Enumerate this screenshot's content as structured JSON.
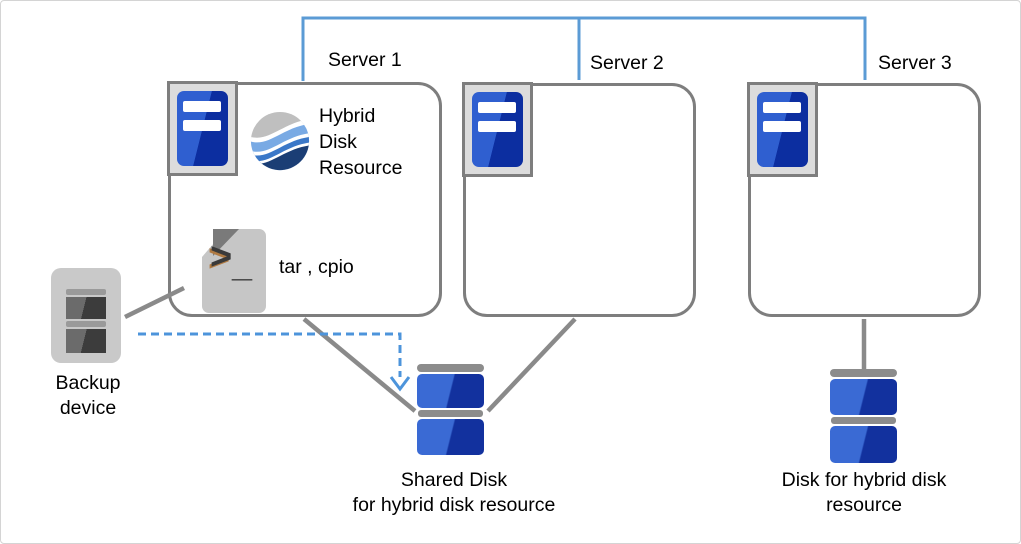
{
  "servers": [
    {
      "label": "Server 1"
    },
    {
      "label": "Server 2"
    },
    {
      "label": "Server 3"
    }
  ],
  "server1": {
    "hybrid_resource": {
      "icon": "striped-sphere-icon",
      "lines": [
        "Hybrid",
        "Disk",
        "Resource"
      ]
    },
    "backup_tools": {
      "icon": "shell-script-file-icon",
      "prompt": ">",
      "underscore": "_",
      "label": "tar , cpio"
    }
  },
  "backup_device": {
    "icon": "tape-drive-icon",
    "lines": [
      "Backup",
      "device"
    ]
  },
  "shared_disk": {
    "icon": "disk-stack-icon",
    "lines": [
      "Shared Disk",
      "for hybrid disk resource"
    ]
  },
  "hybrid_disk": {
    "icon": "disk-stack-icon",
    "lines": [
      "Disk for hybrid disk",
      "resource"
    ]
  },
  "colors": {
    "connector_blue": "#5b9bd5",
    "dashed_arrow_blue": "#4d94db",
    "line_grey": "#8a8a8a",
    "box_border_grey": "#7e7e7e",
    "server_blue_light": "#2f5fd0",
    "server_blue_dark": "#0c2ea0",
    "disk_blue_light": "#3a6ad4",
    "disk_blue_dark": "#12319e",
    "sphere_grey": "#bfbfbf",
    "sphere_light_blue": "#79aae4",
    "sphere_mid_blue": "#3b78c8",
    "sphere_navy": "#1b3e75"
  }
}
